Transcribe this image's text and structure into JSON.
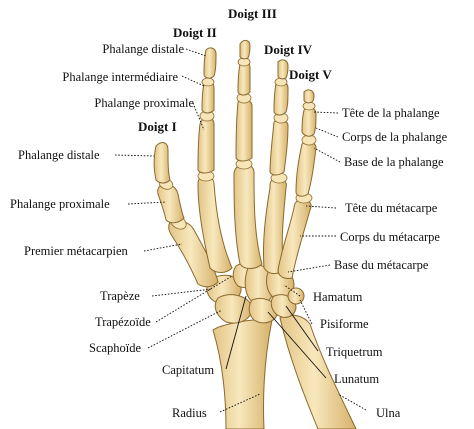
{
  "fingers": {
    "digit1": "Doigt I",
    "digit2": "Doigt II",
    "digit3": "Doigt III",
    "digit4": "Doigt IV",
    "digit5": "Doigt V"
  },
  "left_labels": {
    "distal_d2": "Phalange distale",
    "intermediate_d2": "Phalange intermédiaire",
    "proximal_d2": "Phalange proximale",
    "distal_d1": "Phalange distale",
    "proximal_d1": "Phalange proximale",
    "first_metacarpal": "Premier métacarpien",
    "trapezium": "Trapèze",
    "trapezoid": "Trapézoïde",
    "scaphoid": "Scaphoïde",
    "capitate": "Capitatum",
    "radius": "Radius"
  },
  "right_labels": {
    "phalanx_head": "Tête de la phalange",
    "phalanx_body": "Corps de la phalange",
    "phalanx_base": "Base de la phalange",
    "metacarpal_head": "Tête du métacarpe",
    "metacarpal_body": "Corps du métacarpe",
    "metacarpal_base": "Base du métacarpe",
    "hamate": "Hamatum",
    "pisiform": "Pisiforme",
    "triquetrum": "Triquetrum",
    "lunate": "Lunatum",
    "ulna": "Ulna"
  },
  "colors": {
    "bone_light": "#f6e3b0",
    "bone_dark": "#d9b772",
    "bone_outline": "#8a6a2e",
    "text": "#111111"
  }
}
